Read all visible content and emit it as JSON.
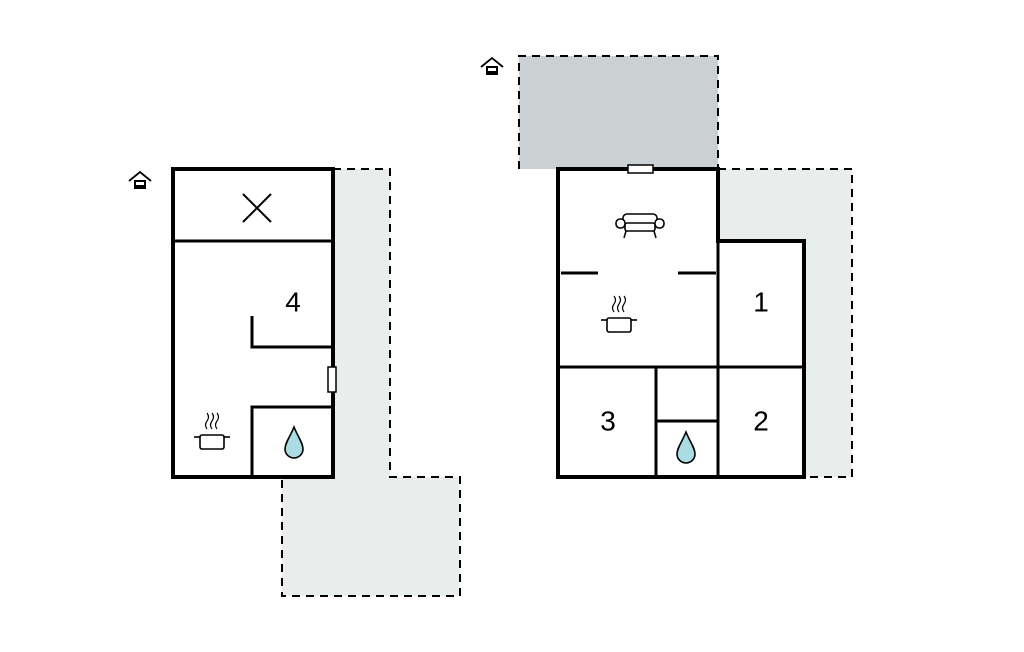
{
  "colors": {
    "terrace": "#e9edec",
    "covered_area": "#c9d1d2",
    "water": "#a9dde3",
    "wall": "#000000"
  },
  "left_building": {
    "rooms": [
      {
        "id": "room-4",
        "label": "4"
      }
    ],
    "icons": [
      "entrance-icon",
      "cross-icon",
      "cooking-pot-icon",
      "water-drop-icon"
    ]
  },
  "right_building": {
    "rooms": [
      {
        "id": "room-1",
        "label": "1"
      },
      {
        "id": "room-2",
        "label": "2"
      },
      {
        "id": "room-3",
        "label": "3"
      }
    ],
    "icons": [
      "entrance-icon",
      "sofa-icon",
      "cooking-pot-icon",
      "water-drop-icon"
    ]
  }
}
